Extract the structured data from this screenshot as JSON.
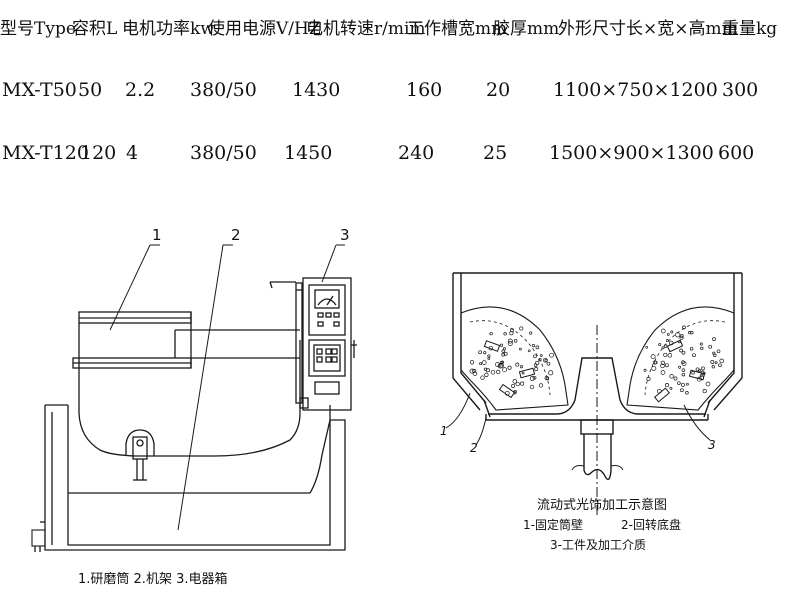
{
  "spec_table": {
    "headers": [
      "型号Type",
      "容积L",
      "电机功率kw",
      "使用电源V/HZ",
      "电机转速r/mim",
      "工作槽宽mm",
      "胶厚mm",
      "外形尺寸长×宽×高mm",
      "重量kg"
    ],
    "rows": [
      [
        "MX-T50",
        "50",
        "2.2",
        "380/50",
        "1430",
        "160",
        "20",
        "1100×750×1200",
        "300"
      ],
      [
        "MX-T120",
        "120",
        "4",
        "380/50",
        "1450",
        "240",
        "25",
        "1500×900×1300",
        "600"
      ]
    ]
  },
  "machine_figure": {
    "callouts": [
      "1",
      "2",
      "3"
    ],
    "legend": "1.研磨筒  2.机架  3.电器箱"
  },
  "flow_figure": {
    "callouts": [
      "1",
      "2",
      "3"
    ],
    "title": "流动式光饰加工示意图",
    "legend_line1_a": "1-固定筒壁",
    "legend_line1_b": "2-回转底盘",
    "legend_line2": "3-工件及加工介质"
  }
}
